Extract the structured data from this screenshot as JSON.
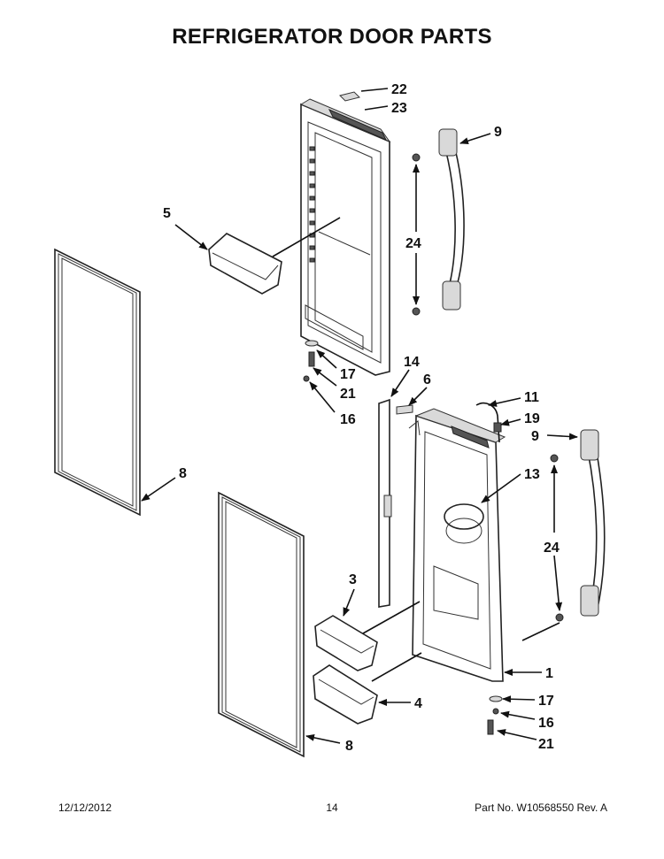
{
  "title": "REFRIGERATOR DOOR PARTS",
  "callouts": {
    "c22": "22",
    "c23": "23",
    "c9a": "9",
    "c5": "5",
    "c24a": "24",
    "c17a": "17",
    "c21a": "21",
    "c16a": "16",
    "c14": "14",
    "c6": "6",
    "c11": "11",
    "c19": "19",
    "c9b": "9",
    "c8a": "8",
    "c13": "13",
    "c24b": "24",
    "c3": "3",
    "c1": "1",
    "c4": "4",
    "c17b": "17",
    "c16b": "16",
    "c8b": "8",
    "c21b": "21"
  },
  "footer": {
    "date": "12/12/2012",
    "page": "14",
    "part_no": "Part No.  W10568550  Rev.  A"
  }
}
